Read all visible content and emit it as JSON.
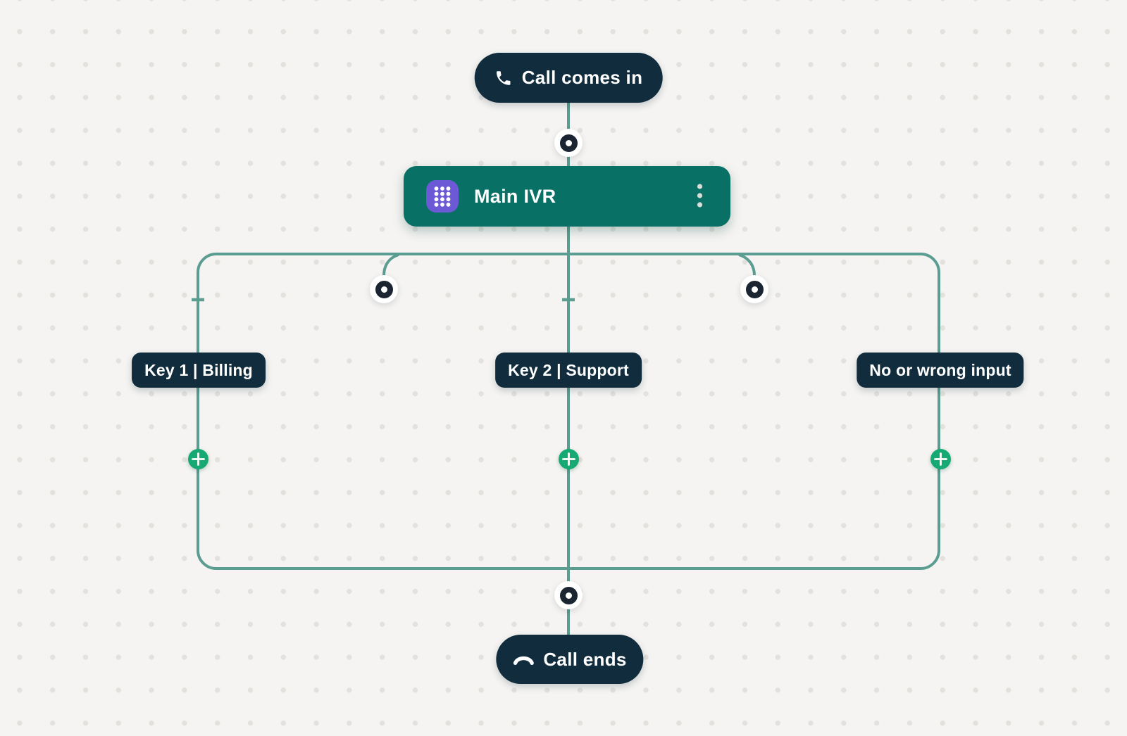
{
  "flow": {
    "entry": {
      "label": "Call comes in",
      "icon": "phone-icon"
    },
    "ivr": {
      "label": "Main IVR",
      "icon": "dialpad-icon",
      "menu_icon": "kebab-icon"
    },
    "branches": [
      {
        "label": "Key 1 | Billing"
      },
      {
        "label": "Key 2 | Support"
      },
      {
        "label": "No or wrong input"
      }
    ],
    "exit": {
      "label": "Call ends",
      "icon": "phone-hangup-icon"
    }
  },
  "colors": {
    "canvas_background": "#f5f4f2",
    "grid_dot": "#e3e1de",
    "connector_teal": "#5b9d91",
    "node_dark_navy": "#112c3d",
    "ivr_card_green": "#087065",
    "add_button_green": "#16a974",
    "dialpad_icon_purple": "#6c59d6",
    "handle_ring_dark": "#1b2531"
  }
}
